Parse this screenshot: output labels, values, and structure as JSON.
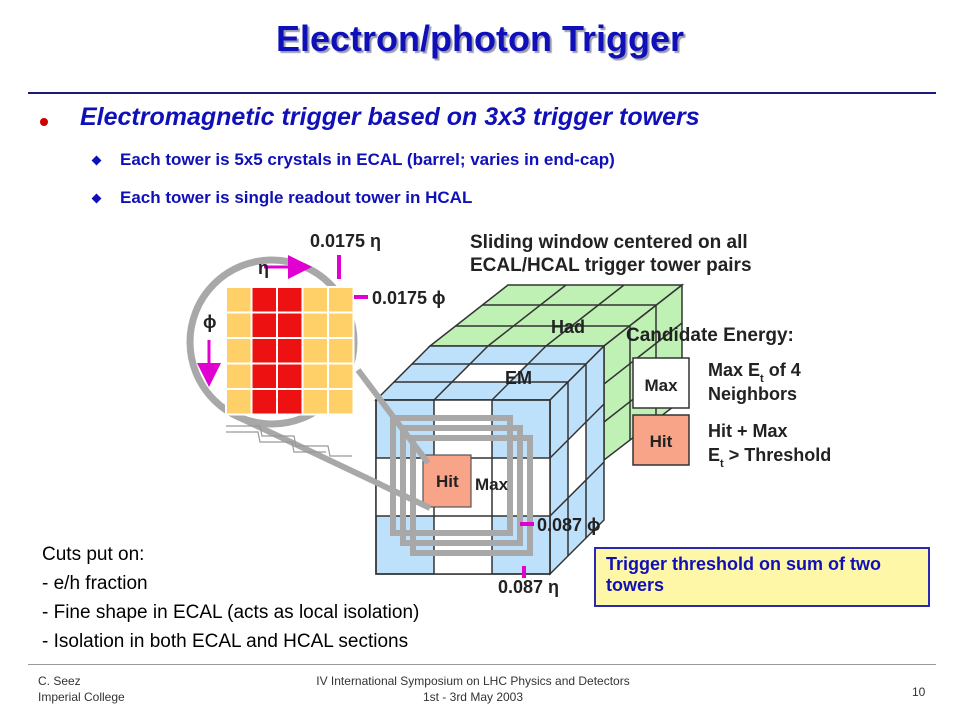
{
  "slide": {
    "title": "Electron/photon Trigger",
    "bullet_main": "Electromagnetic trigger based on 3x3 trigger towers",
    "sub_bullets": [
      "Each tower is 5x5 crystals in ECAL (barrel; varies in end-cap)",
      "Each tower is single readout tower in HCAL"
    ],
    "cuts": [
      "Cuts put on:",
      "- e/h fraction",
      "- Fine shape in ECAL (acts as local isolation)",
      "- Isolation in both ECAL and HCAL sections"
    ],
    "note": "Trigger threshold on sum of two towers"
  },
  "diagram": {
    "eta_fine": "0.0175 η",
    "phi_fine": "0.0175 ϕ",
    "eta_symbol": "η",
    "phi_symbol": "ϕ",
    "sliding_1": "Sliding window centered on all",
    "sliding_2": "ECAL/HCAL trigger tower pairs",
    "had": "Had",
    "em": "EM",
    "candidate": "Candidate Energy:",
    "max_box": "Max",
    "hit_box": "Hit",
    "max_desc_a": "Max E",
    "max_desc_sub": "t",
    "max_desc_b": " of 4",
    "max_desc_2": "Neighbors",
    "hit_desc_1": "Hit + Max",
    "hit_desc_2_a": "E",
    "hit_desc_2_sub": "t",
    "hit_desc_2_b": " > Threshold",
    "hit_cell": "Hit",
    "max_cell": "Max",
    "phi_coarse": "0.087 ϕ",
    "eta_coarse": "0.087 η"
  },
  "footer": {
    "author": "C. Seez",
    "institute": "Imperial College",
    "conference": "IV International Symposium on LHC Physics and Detectors",
    "dates": "1st - 3rd May 2003",
    "page": "10"
  },
  "colors": {
    "title": "#1010b8",
    "bullet_dot": "#cc0000",
    "em_face": "#bde0fb",
    "had_face": "#bff0b4",
    "crystal_red": "#ee1111",
    "crystal_yellow": "#ffd068",
    "hit_fill": "#f8a488",
    "magenta": "#e000d0",
    "note_fill": "#fff7a8"
  }
}
